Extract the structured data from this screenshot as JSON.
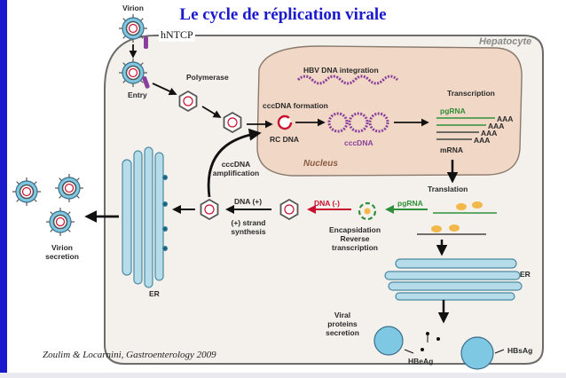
{
  "title": "Le cycle de réplication virale",
  "receptor_label": "hNTCP",
  "citation": "Zoulim & Locarnini, Gastroenterology 2009",
  "colors": {
    "title": "#1a1acc",
    "cell_fill": "#f4f1ec",
    "nucleus_fill": "#f1d8c6",
    "virion_blue": "#7ec8e3",
    "dna_red": "#c8102e",
    "pgrna_green": "#2f8f3a",
    "cccdna_purple": "#8a3f9c"
  },
  "labels": {
    "virion": "Virion",
    "hepatocyte": "Hepatocyte",
    "entry": "Entry",
    "polymerase": "Polymerase",
    "hbv_dna_integration": "HBV DNA integration",
    "cccdna_formation": "cccDNA formation",
    "rc_dna": "RC DNA",
    "cccdna": "cccDNA",
    "nucleus": "Nucleus",
    "transcription": "Transcription",
    "pgrna_nucleus": "pgRNA",
    "aaa": "AAA",
    "mrna": "mRNA",
    "cccdna_amplification_1": "cccDNA",
    "cccdna_amplification_2": "amplification",
    "translation": "Translation",
    "pgrna_cyto": "pgRNA",
    "dna_minus": "DNA (-)",
    "dna_plus": "DNA (+)",
    "plus_strand_1": "(+) strand",
    "plus_strand_2": "synthesis",
    "encapsidation_1": "Encapsidation",
    "encapsidation_2": "Reverse",
    "encapsidation_3": "transcription",
    "er_left": "ER",
    "er_right": "ER",
    "virion_secretion_1": "Virion",
    "virion_secretion_2": "secretion",
    "viral_proteins_1": "Viral",
    "viral_proteins_2": "proteins",
    "viral_proteins_3": "secretion",
    "hbeag": "HBeAg",
    "hbsag": "HBsAg"
  }
}
